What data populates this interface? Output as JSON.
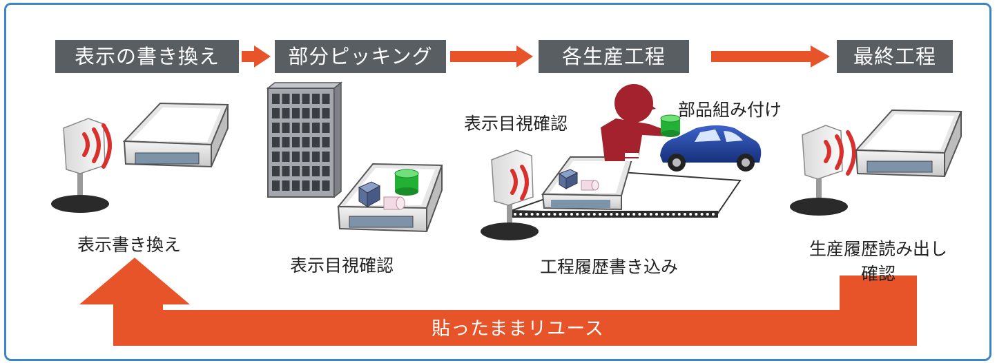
{
  "steps": [
    {
      "label": "表示の書き換え"
    },
    {
      "label": "部分ピッキング"
    },
    {
      "label": "各生産工程"
    },
    {
      "label": "最終工程"
    }
  ],
  "labels": {
    "rewrite": "表示書き換え",
    "visual_check_1": "表示目視確認",
    "visual_check_2": "表示目視確認",
    "assembly": "部品組み付け",
    "history_write": "工程履歴書き込み",
    "history_read_line1": "生産履歴読み出し",
    "history_read_line2": "確認"
  },
  "reuse": {
    "label": "貼ったままリユース"
  },
  "colors": {
    "accent_orange": "#e8542a",
    "step_gray": "#595e63",
    "frame_blue": "#3d86c6",
    "worker_red": "#a3222d",
    "car_blue": "#1f3f9a",
    "signal_red": "#d8312d"
  }
}
